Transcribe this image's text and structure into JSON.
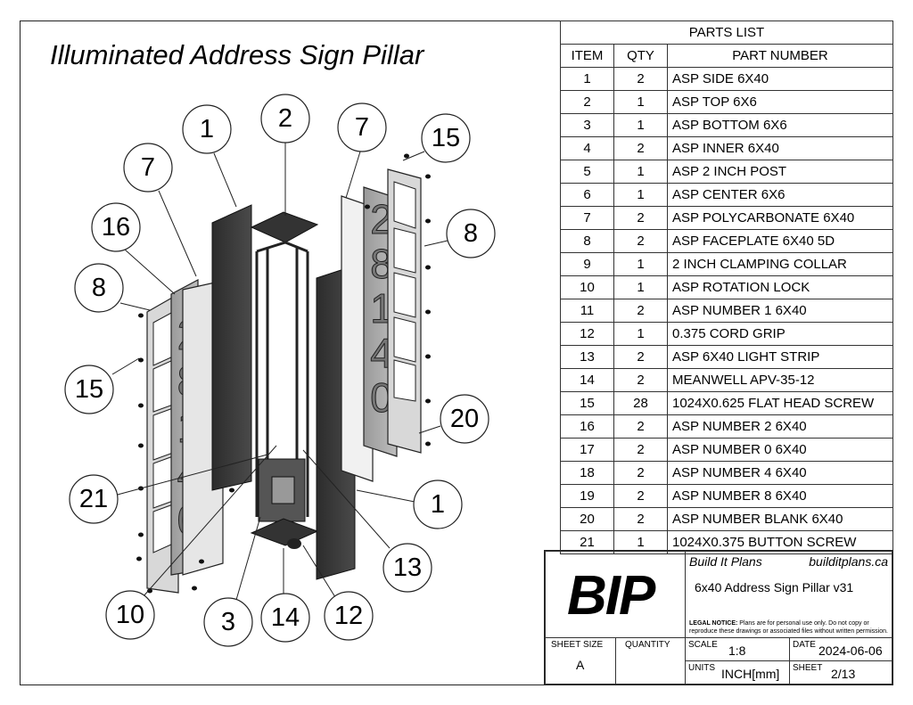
{
  "title": "Illuminated Address Sign Pillar",
  "parts_list": {
    "title": "PARTS LIST",
    "headers": [
      "ITEM",
      "QTY",
      "PART NUMBER"
    ],
    "rows": [
      [
        "1",
        "2",
        "ASP SIDE 6X40"
      ],
      [
        "2",
        "1",
        "ASP TOP 6X6"
      ],
      [
        "3",
        "1",
        "ASP BOTTOM 6X6"
      ],
      [
        "4",
        "2",
        "ASP INNER 6X40"
      ],
      [
        "5",
        "1",
        "ASP 2 INCH POST"
      ],
      [
        "6",
        "1",
        "ASP CENTER 6X6"
      ],
      [
        "7",
        "2",
        "ASP POLYCARBONATE 6X40"
      ],
      [
        "8",
        "2",
        "ASP FACEPLATE 6X40 5D"
      ],
      [
        "9",
        "1",
        "2 INCH CLAMPING COLLAR"
      ],
      [
        "10",
        "1",
        "ASP ROTATION LOCK"
      ],
      [
        "11",
        "2",
        "ASP NUMBER 1 6X40"
      ],
      [
        "12",
        "1",
        "0.375 CORD GRIP"
      ],
      [
        "13",
        "2",
        "ASP 6X40 LIGHT STRIP"
      ],
      [
        "14",
        "2",
        "MEANWELL APV-35-12"
      ],
      [
        "15",
        "28",
        "1024X0.625 FLAT HEAD SCREW"
      ],
      [
        "16",
        "2",
        "ASP NUMBER 2 6X40"
      ],
      [
        "17",
        "2",
        "ASP NUMBER 0 6X40"
      ],
      [
        "18",
        "2",
        "ASP NUMBER 4 6X40"
      ],
      [
        "19",
        "2",
        "ASP NUMBER 8 6X40"
      ],
      [
        "20",
        "2",
        "ASP NUMBER BLANK 6X40"
      ],
      [
        "21",
        "1",
        "1024X0.375 BUTTON SCREW"
      ]
    ]
  },
  "title_block": {
    "logo": "BIP",
    "company": "Build It Plans",
    "website": "builditplans.ca",
    "drawing_title": "6x40 Address Sign Pillar v31",
    "legal_label": "LEGAL NOTICE:",
    "legal_text": "Plans are for personal use only. Do not copy or reproduce these drawings or associated files without written permission.",
    "sheet_size_label": "SHEET SIZE",
    "sheet_size": "A",
    "quantity_label": "QUANTITY",
    "quantity": "",
    "scale_label": "SCALE",
    "scale": "1:8",
    "date_label": "DATE",
    "date": "2024-06-06",
    "units_label": "UNITS",
    "units": "INCH[mm]",
    "sheet_label": "SHEET",
    "sheet": "2/13"
  },
  "balloons": [
    "1",
    "2",
    "7",
    "15",
    "7",
    "16",
    "8",
    "8",
    "15",
    "20",
    "21",
    "1",
    "13",
    "10",
    "3",
    "14",
    "12"
  ],
  "sign_digits": [
    "2",
    "8",
    "1",
    "4",
    "0"
  ]
}
